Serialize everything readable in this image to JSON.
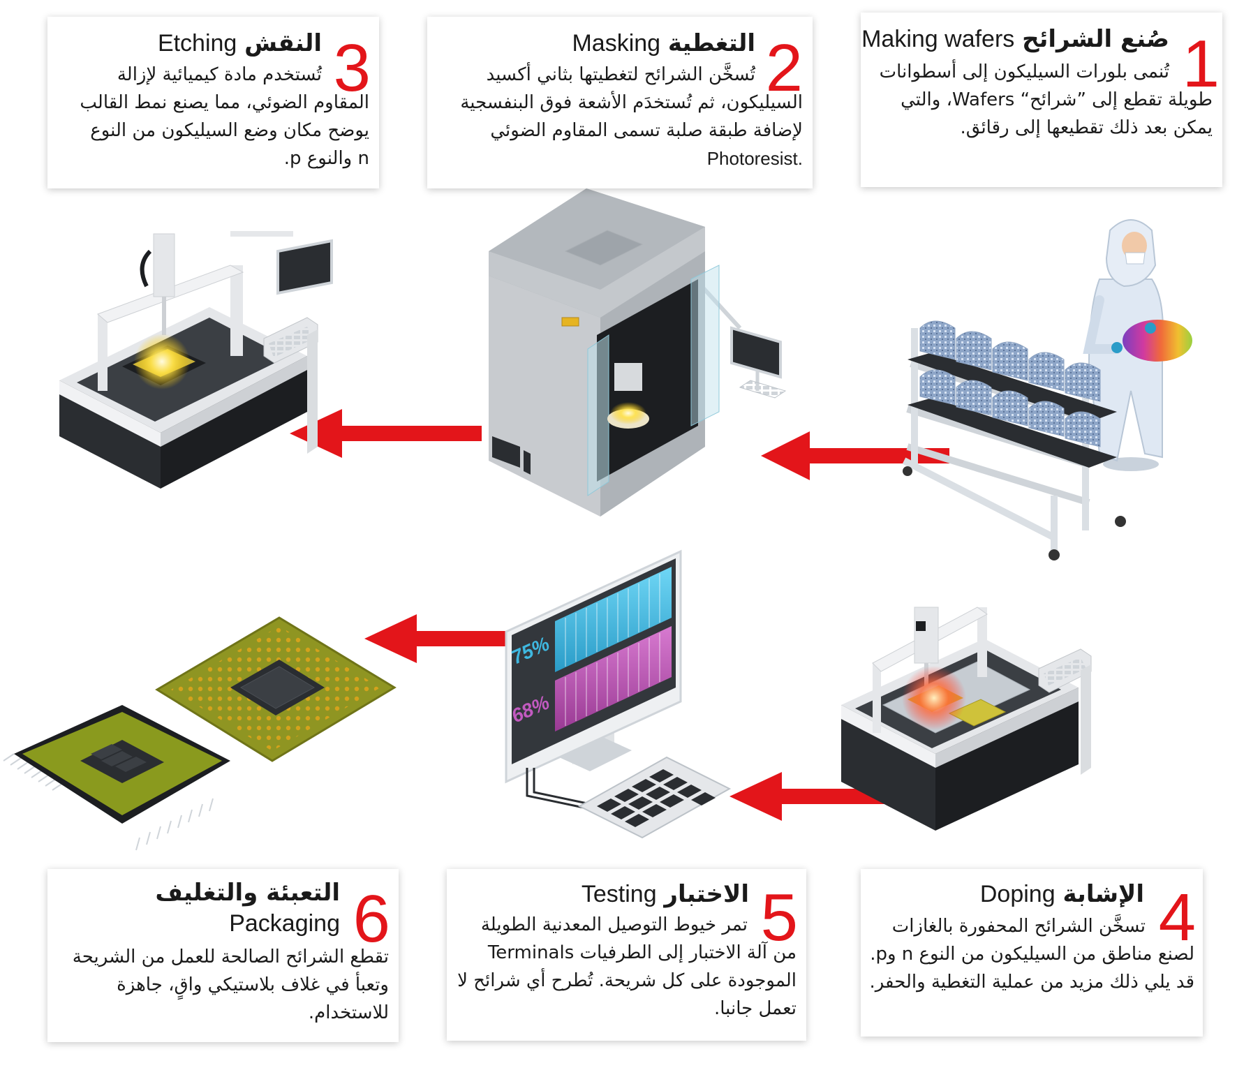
{
  "steps": [
    {
      "number": "1",
      "title_ar": "صُنع الشرائح",
      "title_en": "Making wafers",
      "lines": [
        "تُنمى بلورات السيليكون إلى أسطوانات",
        "طويلة تقطع إلى ”شرائح“ Wafers، والتي",
        "يمكن بعد ذلك تقطيعها إلى رقائق."
      ]
    },
    {
      "number": "2",
      "title_ar": "التغطية",
      "title_en": "Masking",
      "lines": [
        "تُسخَّن الشرائح لتغطيتها بثاني أكسيد",
        "السيليكون، ثم تُستخدَم الأشعة فوق البنفسجية",
        "لإضافة طبقة صلبة تسمى المقاوم الضوئي",
        "Photoresist."
      ]
    },
    {
      "number": "3",
      "title_ar": "النقش",
      "title_en": "Etching",
      "lines": [
        "تُستخدم مادة كيميائية لإزالة",
        "المقاوم الضوئي، مما يصنع نمط القالب",
        "يوضح مكان وضع السيليكون من النوع",
        "n والنوع p."
      ]
    },
    {
      "number": "4",
      "title_ar": "الإشابة",
      "title_en": "Doping",
      "lines": [
        "تسخَّن الشرائح المحفورة بالغازات",
        "لصنع مناطق من السيليكون من النوع n وp.",
        "قد يلي ذلك مزيد من عملية التغطية والحفر."
      ]
    },
    {
      "number": "5",
      "title_ar": "الاختبار",
      "title_en": "Testing",
      "lines": [
        "تمر خيوط التوصيل المعدنية الطويلة",
        "من آلة الاختبار إلى الطرفيات Terminals",
        "الموجودة على كل شريحة. تُطرح أي شرائح لا",
        "تعمل جانبا."
      ]
    },
    {
      "number": "6",
      "title_ar": "التعبئة والتغليف",
      "title_en": "Packaging",
      "lines": [
        "تقطع الشرائح الصالحة للعمل من الشريحة",
        "وتعبأ في غلاف بلاستيكي واقٍ، جاهزة",
        "للاستخدام."
      ]
    }
  ],
  "monitor": {
    "value_top": "75%",
    "value_bottom": "68%"
  },
  "colors": {
    "accent": "#e3151a",
    "bar_cyan": "#3fb8e0",
    "bar_magenta": "#b04aa8",
    "chip_green": "#8a9a1e",
    "chip_gold": "#c9a227"
  }
}
